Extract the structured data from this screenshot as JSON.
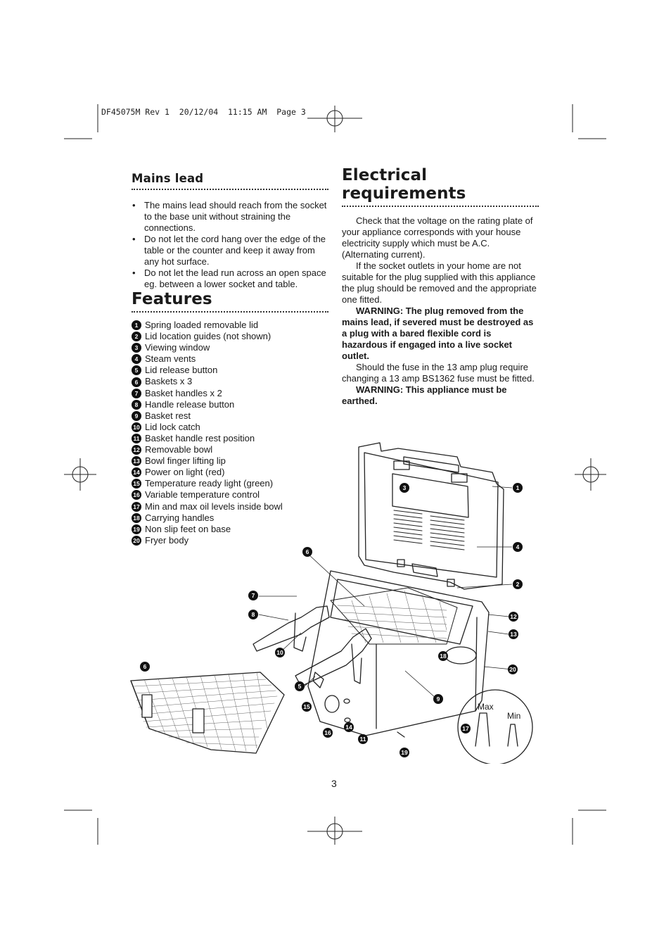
{
  "slug": "DF45075M Rev 1  20/12/04  11:15 AM  Page 3",
  "mains_lead": {
    "heading": "Mains lead",
    "bullets": [
      "The mains lead should reach from the socket to the base unit without straining the connections.",
      "Do not let the cord hang over the edge of the table or the counter and keep it away from any hot surface.",
      "Do not let the lead run across an open space eg. between a lower socket and table."
    ]
  },
  "features": {
    "heading": "Features",
    "items": [
      {
        "n": "1",
        "label": "Spring loaded removable lid"
      },
      {
        "n": "2",
        "label": "Lid location guides (not shown)"
      },
      {
        "n": "3",
        "label": "Viewing window"
      },
      {
        "n": "4",
        "label": "Steam vents"
      },
      {
        "n": "5",
        "label": "Lid release button"
      },
      {
        "n": "6",
        "label": "Baskets x 3"
      },
      {
        "n": "7",
        "label": "Basket handles x 2"
      },
      {
        "n": "8",
        "label": "Handle release button"
      },
      {
        "n": "9",
        "label": "Basket rest"
      },
      {
        "n": "10",
        "label": "Lid lock catch"
      },
      {
        "n": "11",
        "label": "Basket handle rest position"
      },
      {
        "n": "12",
        "label": "Removable bowl"
      },
      {
        "n": "13",
        "label": "Bowl finger lifting lip"
      },
      {
        "n": "14",
        "label": "Power on light (red)"
      },
      {
        "n": "15",
        "label": "Temperature ready light (green)"
      },
      {
        "n": "16",
        "label": "Variable temperature control"
      },
      {
        "n": "17",
        "label": "Min and max oil levels inside bowl"
      },
      {
        "n": "18",
        "label": "Carrying handles"
      },
      {
        "n": "19",
        "label": "Non slip feet on base"
      },
      {
        "n": "20",
        "label": "Fryer body"
      }
    ]
  },
  "electrical": {
    "heading": "Electrical requirements",
    "paragraphs": [
      {
        "text": "Check that the voltage on the rating plate of your appliance corresponds with your house electricity supply which must be A.C. (Alternating current).",
        "bold": false
      },
      {
        "text": "If the socket outlets in your home are not suitable for the plug supplied with this appliance the plug should be removed and the appropriate one fitted.",
        "bold": false
      },
      {
        "text": "WARNING: The plug removed from the mains lead, if severed must be destroyed as a plug with a bared flexible cord is hazardous if engaged into a live socket outlet.",
        "bold": true
      },
      {
        "text": "Should the fuse in the 13 amp plug require changing a 13 amp BS1362 fuse must be fitted.",
        "bold": false
      },
      {
        "text": "WARNING: This appliance must be earthed.",
        "bold": true
      }
    ]
  },
  "diagram": {
    "callouts": [
      "1",
      "2",
      "3",
      "4",
      "5",
      "6",
      "6",
      "7",
      "8",
      "9",
      "10",
      "11",
      "12",
      "13",
      "14",
      "15",
      "16",
      "17",
      "18",
      "19",
      "20"
    ],
    "max_label": "Max",
    "min_label": "Min"
  },
  "page_number": "3"
}
